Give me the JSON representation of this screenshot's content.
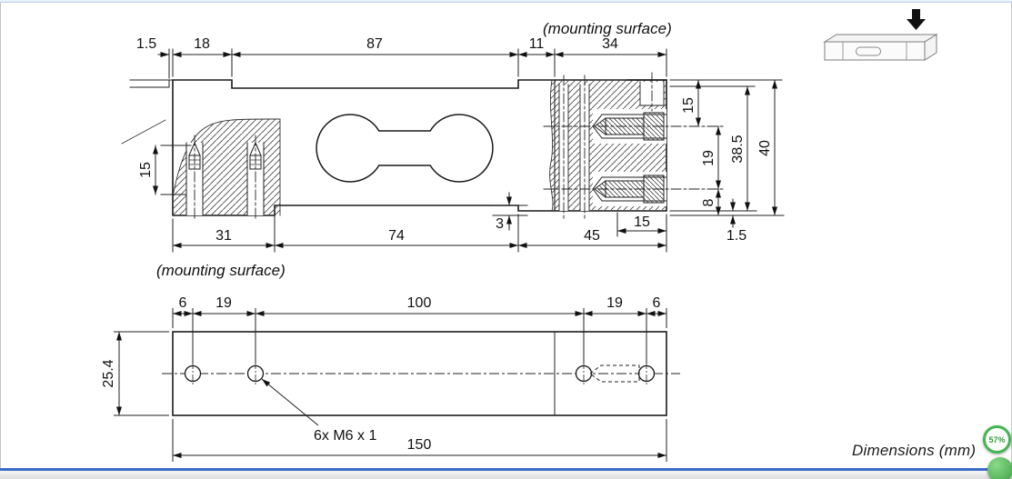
{
  "chrome": {
    "units_note": "Dimensions (mm)",
    "badge_percent": "57%"
  },
  "side_view": {
    "mounting_surface_top_label": "(mounting surface)",
    "mounting_surface_bottom_label": "(mounting surface)",
    "dim_top_overhang": "1.5",
    "dim_top_left": "18",
    "dim_top_middle": "87",
    "dim_top_gap": "11",
    "dim_top_right": "34",
    "dim_right_hole1": "15",
    "dim_right_holes_span": "19",
    "dim_right_hole2_bottom": "8",
    "dim_right_height_inner": "38.5",
    "dim_right_height_total": "40",
    "dim_bottom_left": "31",
    "dim_bottom_middle": "74",
    "dim_bottom_right": "45",
    "dim_bottom_step": "3",
    "dim_bottom_pad": "15",
    "dim_bottom_lip": "1.5",
    "dim_left_thread": "15"
  },
  "plan_view": {
    "dim_edge_left": "6",
    "dim_hole_left": "19",
    "dim_holes_span": "100",
    "dim_hole_right": "19",
    "dim_edge_right": "6",
    "dim_width": "25.4",
    "dim_length": "150",
    "thread_callout": "6x M6 x 1"
  }
}
